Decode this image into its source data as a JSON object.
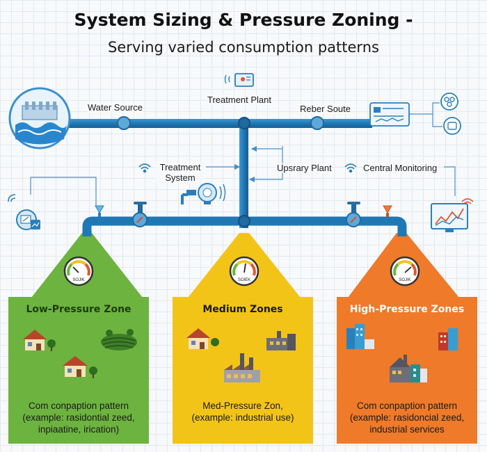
{
  "header": {
    "title": "System Sizing & Pressure Zoning -",
    "subtitle": "Serving varied consumption patterns"
  },
  "labels": {
    "water_source": "Water Source",
    "treatment_plant": "Treatment Plant",
    "reber_soute": "Reber Soute",
    "treatment_system_line1": "Treatment",
    "treatment_system_line2": "System",
    "upsrary_plant": "Upsrary Plant",
    "central_monitoring": "Central Monitoring"
  },
  "gauges": [
    "SOJIK",
    "SOIEK",
    "SOJIK"
  ],
  "zones": [
    {
      "title": "Low-Pressure Zone",
      "color": "#6db33f",
      "title_color": "#1c3b0e",
      "desc": [
        "Com conpaption pattern",
        "(example: rasidontial zeed,",
        "inpiaatine, irication)"
      ]
    },
    {
      "title": "Medium Zones",
      "color": "#f3c418",
      "title_color": "#1a1a1a",
      "desc": [
        "Med-Pressure Zon,",
        "(example: industrial use)"
      ]
    },
    {
      "title": "High-Pressure Zones",
      "color": "#ee7a2a",
      "title_color": "#ffffff",
      "desc": [
        "Com conpaption pattern",
        "(example: rasidoncial zeed,",
        "industrial services"
      ]
    }
  ],
  "colors": {
    "pipe": "#1f78b4",
    "pipe_light": "#3a95d0",
    "node": "#5fa8d8"
  },
  "icons": {
    "water_source": "dam-icon",
    "treatment_plant": "control-panel-icon",
    "treatment_system": "water-meter-icon",
    "monitoring_left": "monitoring-device-icon",
    "reber_soute": "dashboard-icon",
    "central_monitoring": "chart-monitor-icon"
  }
}
